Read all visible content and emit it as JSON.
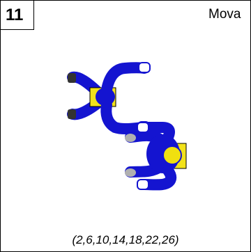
{
  "card": {
    "number": "11",
    "name": "Mova",
    "sequence": "(2,6,10,14,18,22,26)"
  },
  "colors": {
    "suit": "#1414d0",
    "rig": "#f2e21a",
    "helmet": "#f0e010",
    "hand": "#ffffff",
    "foot_grey": "#b0b0b0",
    "foot_dark": "#333333"
  }
}
